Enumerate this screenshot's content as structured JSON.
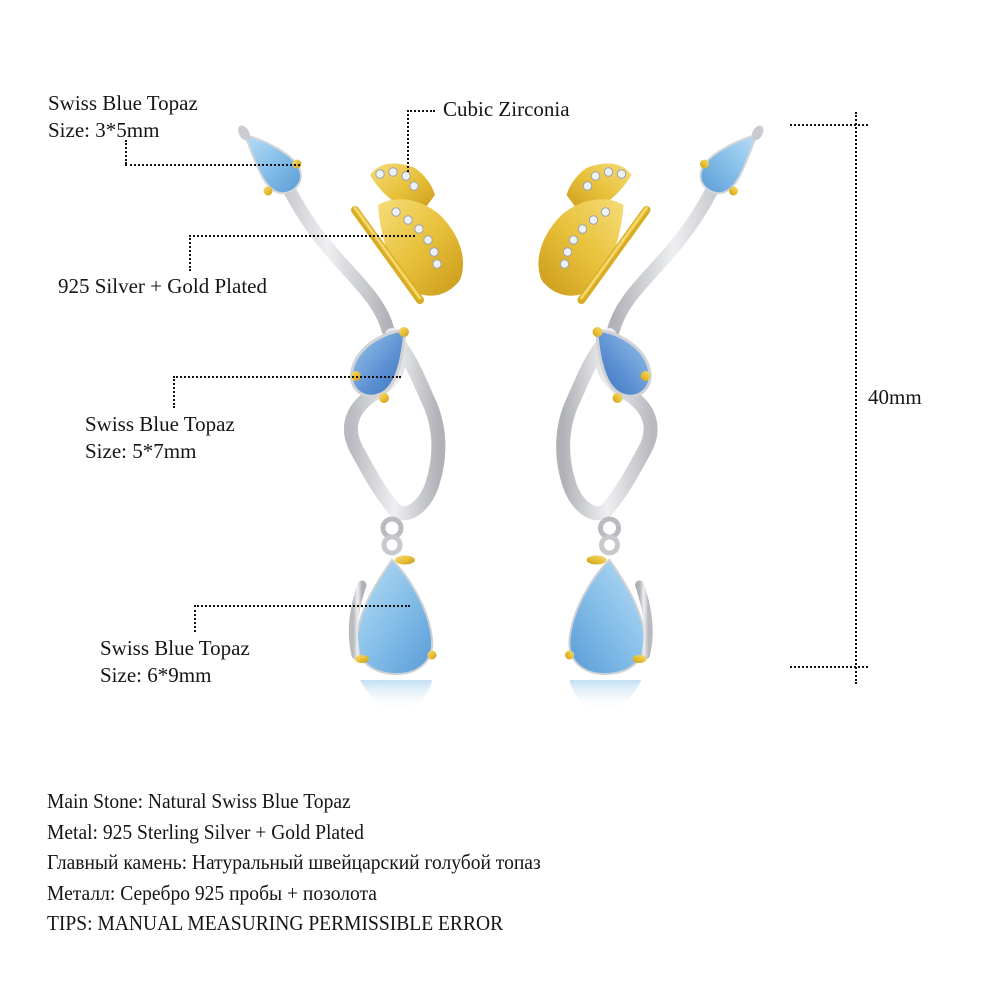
{
  "callouts": [
    {
      "id": "small-topaz",
      "title": "Swiss Blue Topaz",
      "size": "Size: 3*5mm"
    },
    {
      "id": "cubic-zirconia",
      "title": "Cubic Zirconia"
    },
    {
      "id": "metal",
      "title": "925 Silver + Gold Plated"
    },
    {
      "id": "medium-topaz",
      "title": "Swiss Blue Topaz",
      "size": "Size: 5*7mm"
    },
    {
      "id": "large-topaz",
      "title": "Swiss Blue Topaz",
      "size": "Size: 6*9mm"
    }
  ],
  "dimension": {
    "length": "40mm"
  },
  "specs": [
    "Main Stone: Natural Swiss Blue Topaz",
    "Metal: 925 Sterling Silver + Gold Plated",
    "Главный камень: Натуральный швейцарский голубой топаз",
    "Металл: Серебро 925 пробы + позолота",
    "TIPS: MANUAL MEASURING PERMISSIBLE ERROR"
  ],
  "colors": {
    "topaz": "#8cc4ea",
    "topaz_dark": "#4f8fd0",
    "gold": "#e9c23a",
    "gold_dark": "#c99a14",
    "silver": "#d9dadc",
    "silver_dark": "#a6a8ad",
    "zirconia": "#eef1f4"
  }
}
